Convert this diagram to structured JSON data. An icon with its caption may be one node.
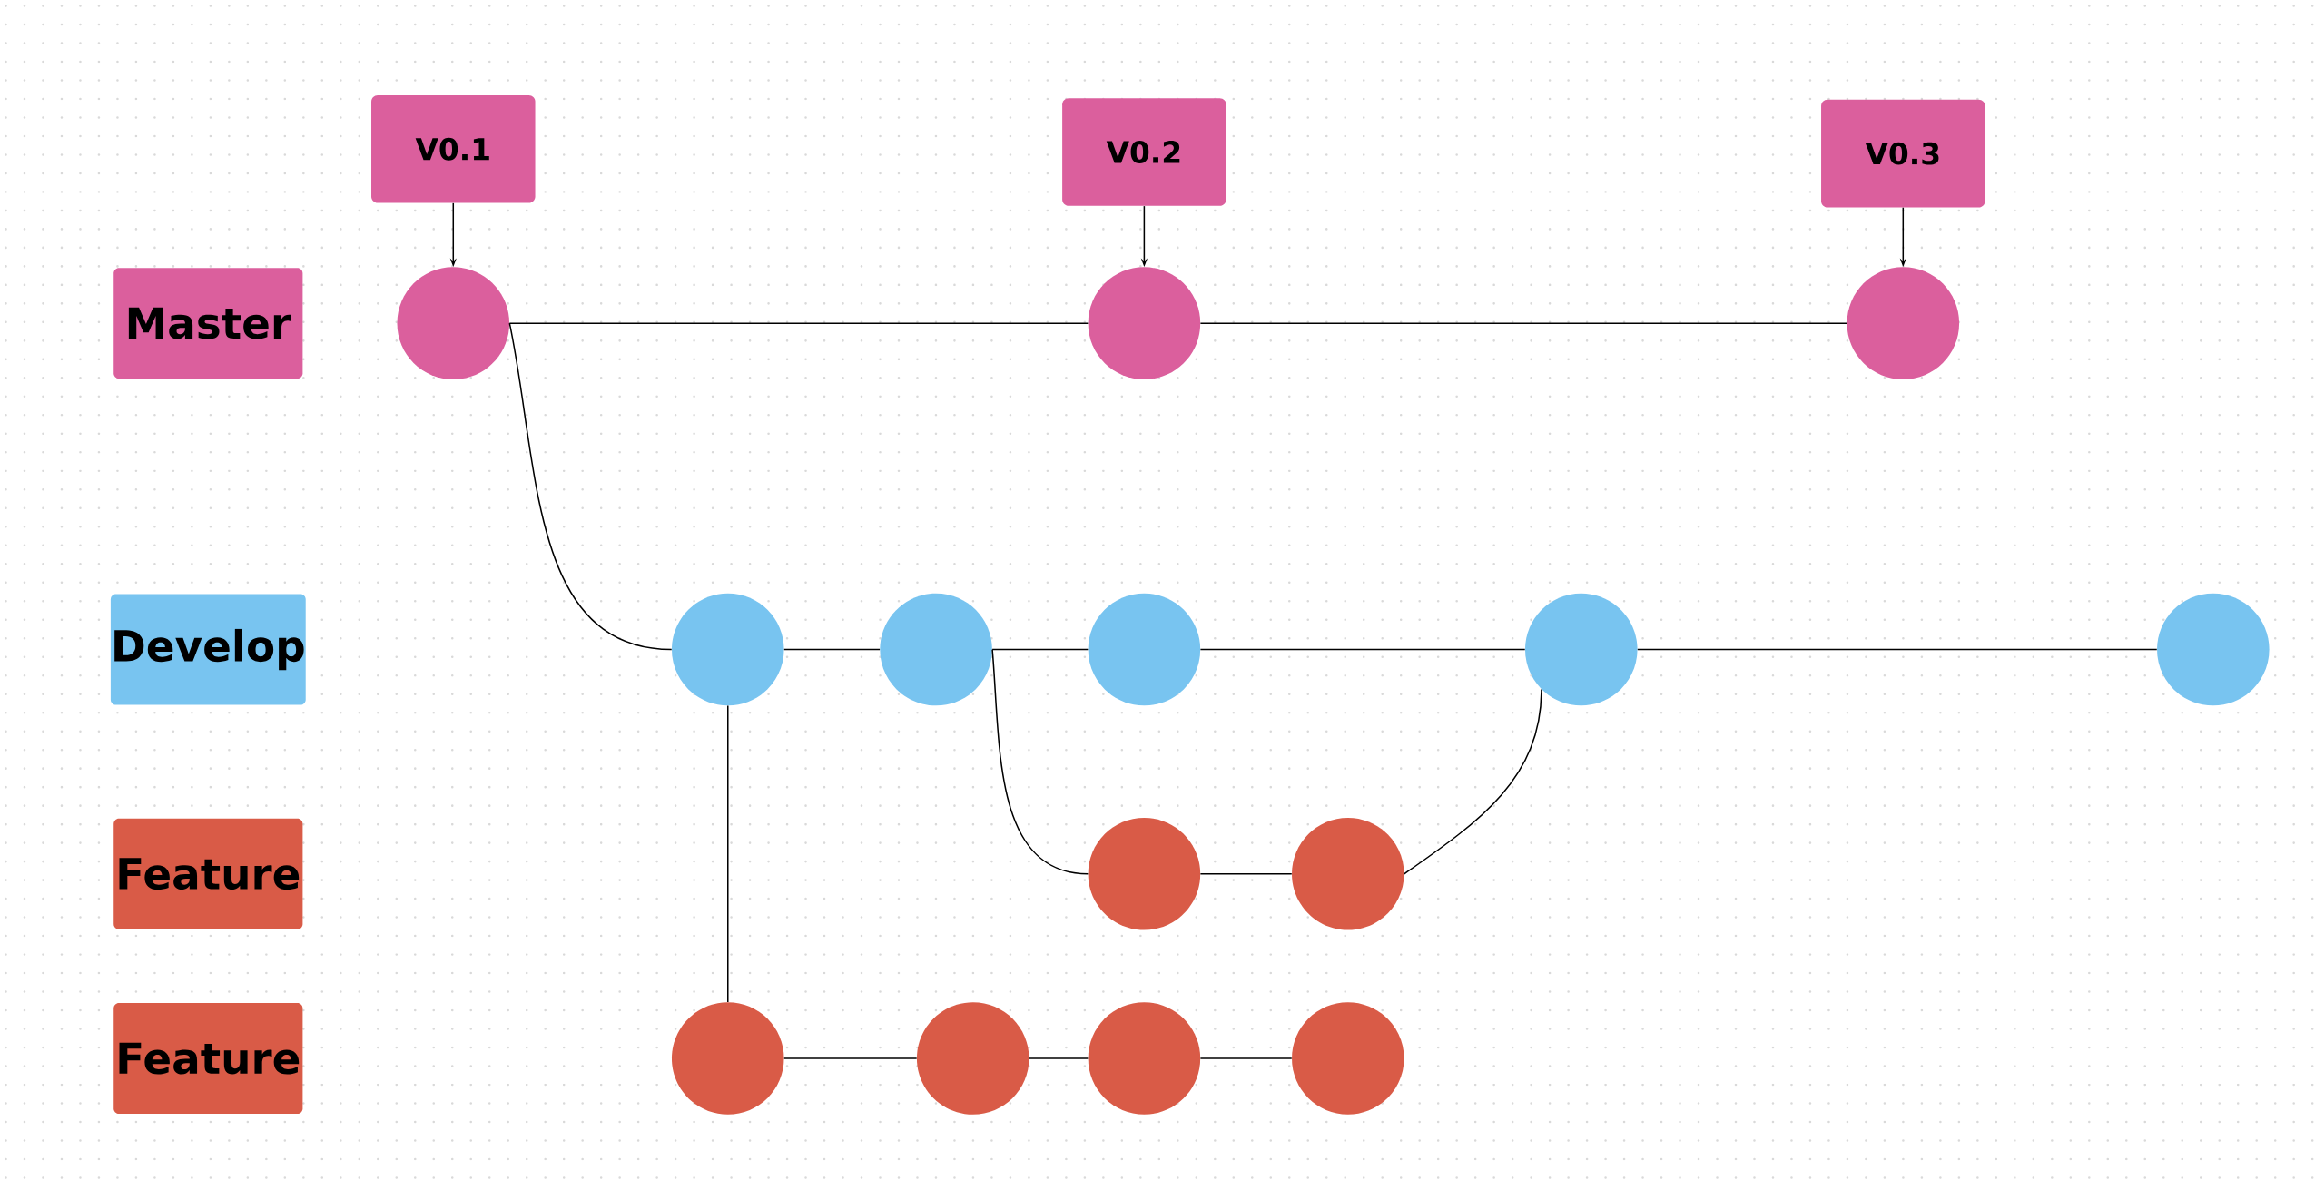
{
  "diagram": {
    "nodes": [
      {
        "text": [
          "Master"
        ]
      },
      {
        "text": [
          "Develop"
        ]
      },
      {
        "text": [
          "Feature"
        ]
      },
      {
        "text": [
          "Feature"
        ]
      },
      {
        "text": [
          "V0.1"
        ]
      },
      {
        "text": [
          "V0.2"
        ]
      },
      {
        "text": [
          "V0.3"
        ]
      },
      {
        "text": [],
        "shape": "circle"
      },
      {
        "text": [],
        "shape": "circle"
      },
      {
        "text": [],
        "shape": "circle"
      },
      {
        "text": [],
        "shape": "circle"
      },
      {
        "text": [],
        "shape": "circle"
      },
      {
        "text": [],
        "shape": "circle"
      },
      {
        "text": [],
        "shape": "circle"
      },
      {
        "text": [],
        "shape": "circle"
      },
      {
        "text": [],
        "shape": "circle"
      },
      {
        "text": [],
        "shape": "circle"
      },
      {
        "text": [],
        "shape": "circle"
      },
      {
        "text": [],
        "shape": "circle"
      },
      {
        "text": [],
        "shape": "circle"
      },
      {
        "text": [],
        "shape": "circle"
      }
    ],
    "edges": [
      {
        "from": 4,
        "to": 7,
        "arrow": "to"
      },
      {
        "from": 5,
        "to": 8,
        "arrow": "to"
      },
      {
        "from": 6,
        "to": 9,
        "arrow": "to"
      },
      {
        "from": 7,
        "to": 8,
        "arrow": "none"
      },
      {
        "from": 8,
        "to": 9,
        "arrow": "none"
      },
      {
        "from": 7,
        "to": 10,
        "arrow": "none"
      },
      {
        "from": 10,
        "to": 11,
        "arrow": "none"
      },
      {
        "from": 11,
        "to": 12,
        "arrow": "none"
      },
      {
        "from": 12,
        "to": 13,
        "arrow": "none"
      },
      {
        "from": 13,
        "to": 14,
        "arrow": "none"
      },
      {
        "from": 11,
        "to": 15,
        "arrow": "none"
      },
      {
        "from": 15,
        "to": 16,
        "arrow": "none"
      },
      {
        "from": 16,
        "to": 13,
        "arrow": "none"
      },
      {
        "from": 10,
        "to": 17,
        "arrow": "none"
      },
      {
        "from": 17,
        "to": 18,
        "arrow": "none"
      },
      {
        "from": 18,
        "to": 19,
        "arrow": "none"
      },
      {
        "from": 19,
        "to": 20,
        "arrow": "none"
      }
    ]
  }
}
